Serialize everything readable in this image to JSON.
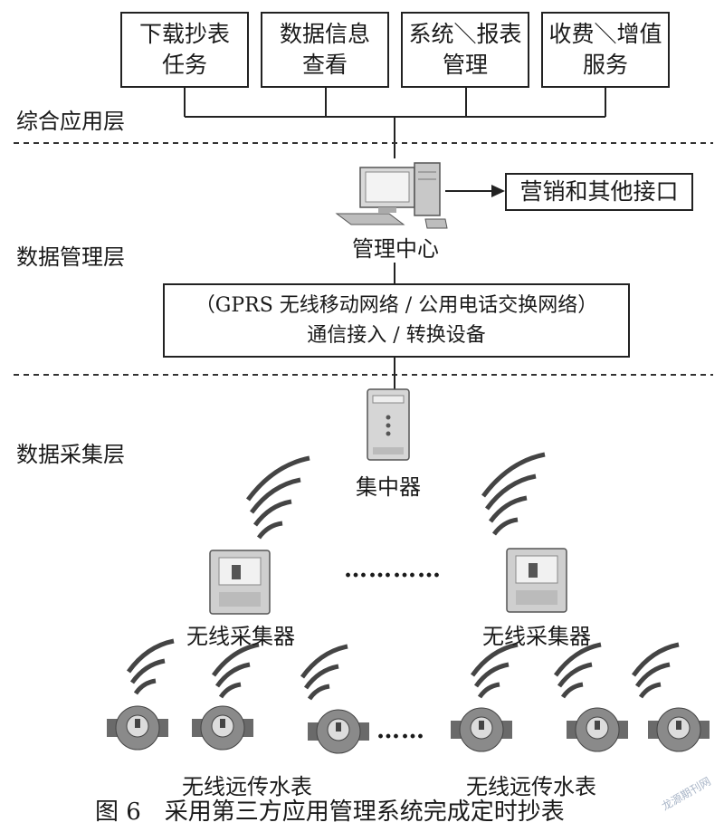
{
  "top_boxes": [
    {
      "line1": "下载抄表",
      "line2": "任务"
    },
    {
      "line1": "数据信息",
      "line2": "查看"
    },
    {
      "line1": "系统＼报表",
      "line2": "管理"
    },
    {
      "line1": "收费＼增值",
      "line2": "服务"
    }
  ],
  "layers": {
    "application": "综合应用层",
    "management": "数据管理层",
    "collection": "数据采集层"
  },
  "management_center": "管理中心",
  "marketing_interface": "营销和其他接口",
  "comm_box": {
    "line1": "（GPRS 无线移动网络 / 公用电话交换网络）",
    "line2": "通信接入 / 转换设备"
  },
  "concentrator": "集中器",
  "wireless_collector_left": "无线采集器",
  "wireless_collector_right": "无线采集器",
  "ellipsis_upper": "…………",
  "ellipsis_lower": "……",
  "water_meter_left": "无线远传水表",
  "water_meter_right": "无线远传水表",
  "caption": "图 6　采用第三方应用管理系统完成定时抄表",
  "watermark": "龙源期刊网"
}
